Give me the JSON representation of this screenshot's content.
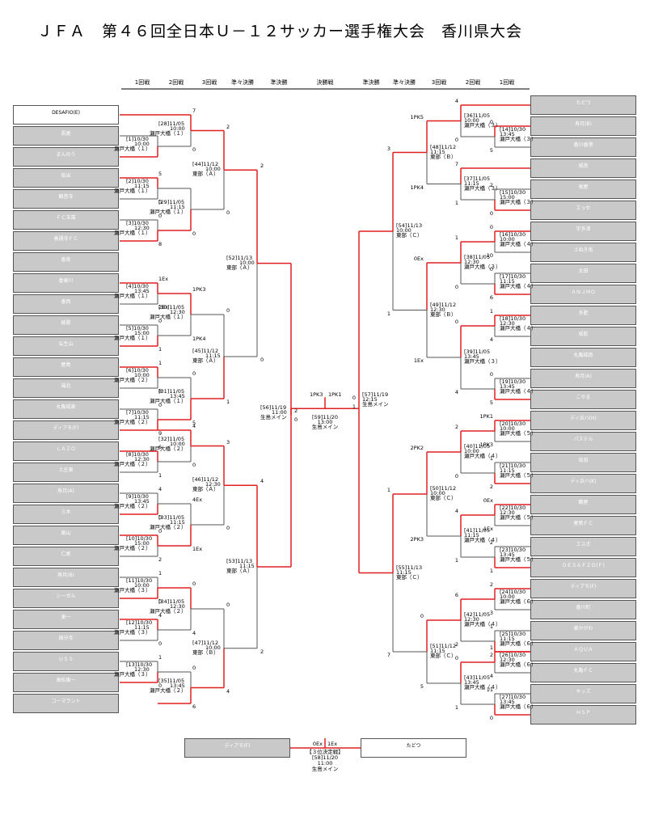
{
  "title": "ＪＦＡ　第４６回全日本Ｕ－１２サッカー選手権大会　香川県大会",
  "headers_left": [
    "1回戦",
    "2回戦",
    "3回戦",
    "準々決勝",
    "準決勝"
  ],
  "header_center": "決勝戦",
  "headers_right": [
    "準決勝",
    "準々決勝",
    "3回戦",
    "2回戦",
    "1回戦"
  ],
  "teams_left": [
    "DESAFIO(E)",
    "長尾",
    "まんのう",
    "坂出",
    "観音寺",
    "ＦＣ玉藻",
    "善通寺ＦＣ",
    "香南",
    "香東川",
    "香西",
    "綾歌",
    "弘生山",
    "屋島",
    "端北",
    "丸亀城東",
    "ディアモ(F)",
    "ＬＡＺＯ",
    "土庄東",
    "寿月(A)",
    "三木",
    "栗山",
    "仁尾",
    "寿月(B)",
    "シーガル",
    "東一",
    "国分寺",
    "ＵＳＳ",
    "高松東一",
    "コーマラント"
  ],
  "teams_right": [
    "たどつ",
    "寿月(B)",
    "香川香港",
    "城南",
    "高屋",
    "エッセ",
    "宇多津",
    "さぬき南",
    "太田",
    "ＡＮＪＭＯ",
    "多肥",
    "城乾",
    "丸亀城南",
    "寿月(A)",
    "こやま",
    "ディ浜ハ(H)",
    "パステル",
    "坂田",
    "ディ浜ハ(K)",
    "鶴屋",
    "屋島ＦＣ",
    "エスポ",
    "ＤＥＳＡＦＩＯ(Ｆ)",
    "ディアモ(F)",
    "香川町",
    "東かがわ",
    "ＡＱＵＡ",
    "丸亀ＦＣ",
    "キッズ",
    "ＨＳＰ"
  ],
  "winners_left": [
    0
  ],
  "winners_right": [],
  "third_place": {
    "left": "ディアモ(F)",
    "right": "たどつ",
    "score_left": "0Ex",
    "score_right": "1Ex",
    "label": "【３位決定戦】",
    "info": "[58]11/20",
    "time": "11:00",
    "venue": "生島メイン"
  },
  "final": {
    "info": "[59]11/20",
    "time": "13:00",
    "venue": "生島メイン",
    "pk_left": "1PK3",
    "pk_right": "1PK1"
  },
  "left_r1": [
    {
      "info": "[1]10/30",
      "time": "10:00",
      "venue": "瀬戸大橋（１）",
      "s1": "",
      "s2": ""
    },
    {
      "info": "[2]10/30",
      "time": "11:15",
      "venue": "瀬戸大橋（１）",
      "s1": "5",
      "s2": "0"
    },
    {
      "info": "[3]10/30",
      "time": "12:30",
      "venue": "瀬戸大橋（１）",
      "s1": "0",
      "s2": "8"
    },
    {
      "info": "[4]10/30",
      "time": "13:45",
      "venue": "瀬戸大橋（１）",
      "s1": "1Ex",
      "s2": "2Ex"
    },
    {
      "info": "[5]10/30",
      "time": "15:00",
      "venue": "瀬戸大橋（１）",
      "s1": "0",
      "s2": "1"
    },
    {
      "info": "[6]10/30",
      "time": "10:00",
      "venue": "瀬戸大橋（２）",
      "s1": "1",
      "s2": "8"
    },
    {
      "info": "[7]10/30",
      "time": "11:15",
      "venue": "瀬戸大橋（２）",
      "s1": "0",
      "s2": "9"
    },
    {
      "info": "[8]10/30",
      "time": "12:30",
      "venue": "瀬戸大橋（２）",
      "s1": "6",
      "s2": "1"
    },
    {
      "info": "[9]10/30",
      "time": "13:45",
      "venue": "瀬戸大橋（２）",
      "s1": "4",
      "s2": "0"
    },
    {
      "info": "[10]10/30",
      "time": "15:00",
      "venue": "瀬戸大橋（２）",
      "s1": "0",
      "s2": "2"
    },
    {
      "info": "[11]10/30",
      "time": "10:00",
      "venue": "瀬戸大橋（３）",
      "s1": "1",
      "s2": "0"
    },
    {
      "info": "[12]10/30",
      "time": "11:15",
      "venue": "瀬戸大橋（３）",
      "s1": "4",
      "s2": "0"
    },
    {
      "info": "[13]10/30",
      "time": "12:30",
      "venue": "瀬戸大橋（３）",
      "s1": "1",
      "s2": "0"
    }
  ],
  "left_r2": [
    {
      "info": "[28]11/05",
      "time": "10:00",
      "venue": "瀬戸大橋（１）",
      "s1": "7",
      "s2": "0"
    },
    {
      "info": "[29]11/05",
      "time": "11:15",
      "venue": "瀬戸大橋（１）",
      "s1": "",
      "s2": "0"
    },
    {
      "info": "[30]11/05",
      "time": "12:30",
      "venue": "瀬戸大橋（１）",
      "s1": "1PK3",
      "s2": "1PK4"
    },
    {
      "info": "[31]11/05",
      "time": "13:45",
      "venue": "瀬戸大橋（１）",
      "s1": "0",
      "s2": "5"
    },
    {
      "info": "[32]11/05",
      "time": "10:00",
      "venue": "瀬戸大橋（２）",
      "s1": "4",
      "s2": "0"
    },
    {
      "info": "[33]11/05",
      "time": "11:15",
      "venue": "瀬戸大橋（２）",
      "s1": "4Ex",
      "s2": "1Ex"
    },
    {
      "info": "[34]11/05",
      "time": "12:30",
      "venue": "瀬戸大橋（２）",
      "s1": "0",
      "s2": "4"
    },
    {
      "info": "[35]11/05",
      "time": "13:45",
      "venue": "瀬戸大橋（２）",
      "s1": "0",
      "s2": "6"
    }
  ],
  "left_r3": [
    {
      "info": "[44]11/12",
      "time": "10:00",
      "venue": "東部（Ａ）",
      "s1": "2",
      "s2": "0"
    },
    {
      "info": "[45]11/12",
      "time": "11:15",
      "venue": "東部（Ａ）",
      "s1": "0",
      "s2": "1"
    },
    {
      "info": "[46]11/12",
      "time": "12:30",
      "venue": "東部（Ａ）",
      "s1": "3",
      "s2": "0"
    },
    {
      "info": "[47]11/12",
      "time": "10:00",
      "venue": "東部（Ｂ）",
      "s1": "0",
      "s2": "4"
    }
  ],
  "left_qf": [
    {
      "info": "[52]11/13",
      "time": "10:00",
      "venue": "東部（Ａ）",
      "s1": "2",
      "s2": "0"
    },
    {
      "info": "[53]11/13",
      "time": "11:15",
      "venue": "東部（Ａ）",
      "s1": "4",
      "s2": "2"
    }
  ],
  "left_sf": {
    "info": "[56]11/19",
    "time": "11:00",
    "venue": "生島メイン",
    "s1": "2",
    "s2": "0"
  },
  "right_r1": [
    {
      "info": "[14]10/30",
      "time": "13:45",
      "venue": "瀬戸大橋（３）",
      "s1": "0",
      "s2": "5"
    },
    {
      "info": "[15]10/30",
      "time": "15:00",
      "venue": "瀬戸大橋（３）",
      "s1": "2",
      "s2": "0"
    },
    {
      "info": "[16]10/30",
      "time": "10:00",
      "venue": "瀬戸大橋（４）",
      "s1": "0",
      "s2": "10"
    },
    {
      "info": "[17]10/30",
      "time": "11:15",
      "venue": "瀬戸大橋（４）",
      "s1": "0",
      "s2": "6"
    },
    {
      "info": "[18]10/30",
      "time": "12:30",
      "venue": "瀬戸大橋（４）",
      "s1": "1",
      "s2": "4"
    },
    {
      "info": "[19]10/30",
      "time": "13:45",
      "venue": "瀬戸大橋（４）",
      "s1": "0",
      "s2": "5"
    },
    {
      "info": "[20]10/30",
      "time": "10:00",
      "venue": "瀬戸大橋（５）",
      "s1": "1PK1",
      "s2": "1PK3"
    },
    {
      "info": "[21]10/30",
      "time": "11:15",
      "venue": "瀬戸大橋（５）",
      "s1": "1",
      "s2": "2"
    },
    {
      "info": "[22]10/30",
      "time": "12:30",
      "venue": "瀬戸大橋（５）",
      "s1": "0Ex",
      "s2": "1Ex"
    },
    {
      "info": "[23]10/30",
      "time": "13:45",
      "venue": "瀬戸大橋（５）",
      "s1": "2",
      "s2": "1"
    },
    {
      "info": "[24]10/30",
      "time": "10:00",
      "venue": "瀬戸大橋（６）",
      "s1": "2",
      "s2": "3"
    },
    {
      "info": "[25]10/30",
      "time": "11:15",
      "venue": "瀬戸大橋（６）",
      "s1": "1",
      "s2": "2"
    },
    {
      "info": "[26]10/30",
      "time": "12:30",
      "venue": "瀬戸大橋（６）",
      "s1": "1",
      "s2": "4"
    },
    {
      "info": "[27]10/30",
      "time": "13:45",
      "venue": "瀬戸大橋（６）",
      "s1": "11",
      "s2": "0"
    }
  ],
  "right_r2": [
    {
      "info": "[36]11/05",
      "time": "10:00",
      "venue": "瀬戸大橋（３）",
      "s1": "4",
      "s2": "0"
    },
    {
      "info": "[37]11/05",
      "time": "11:15",
      "venue": "瀬戸大橋（３）",
      "s1": "7",
      "s2": "1"
    },
    {
      "info": "[38]11/05",
      "time": "12:30",
      "venue": "瀬戸大橋（３）",
      "s1": "1",
      "s2": "0"
    },
    {
      "info": "[39]11/05",
      "time": "13:45",
      "venue": "瀬戸大橋（３）",
      "s1": "0",
      "s2": "4"
    },
    {
      "info": "[40]11/05",
      "time": "10:00",
      "venue": "瀬戸大橋（４）",
      "s1": "2",
      "s2": "0"
    },
    {
      "info": "[41]11/05",
      "time": "11:15",
      "venue": "瀬戸大橋（４）",
      "s1": "4",
      "s2": "1"
    },
    {
      "info": "[42]11/05",
      "time": "12:30",
      "venue": "瀬戸大橋（４）",
      "s1": "6",
      "s2": "2"
    },
    {
      "info": "[43]11/05",
      "time": "13:45",
      "venue": "瀬戸大橋（４）",
      "s1": "0",
      "s2": "1"
    }
  ],
  "right_r3": [
    {
      "info": "[48]11/12",
      "time": "11:15",
      "venue": "東部（Ｂ）",
      "s1": "1PK5",
      "s2": "1PK4"
    },
    {
      "info": "[49]11/12",
      "time": "12:30",
      "venue": "東部（Ｂ）",
      "s1": "0Ex",
      "s2": "1Ex"
    },
    {
      "info": "[50]11/12",
      "time": "10:00",
      "venue": "東部（Ｃ）",
      "s1": "2PK2",
      "s2": "2PK3"
    },
    {
      "info": "[51]11/12",
      "time": "11:15",
      "venue": "東部（Ｃ）",
      "s1": "0",
      "s2": "5"
    }
  ],
  "right_qf": [
    {
      "info": "[54]11/13",
      "time": "10:00",
      "venue": "東部（Ｃ）",
      "s1": "3",
      "s2": "1"
    },
    {
      "info": "[55]11/13",
      "time": "11:15",
      "venue": "東部（Ｃ）",
      "s1": "1",
      "s2": "7"
    }
  ],
  "right_sf": {
    "info": "[57]11/19",
    "time": "12:15",
    "venue": "生島メイン",
    "s1": "0",
    "s2": "1"
  },
  "colors": {
    "win_line": "#e02020",
    "line": "#555555",
    "team_bg": "#c9c9c9"
  }
}
